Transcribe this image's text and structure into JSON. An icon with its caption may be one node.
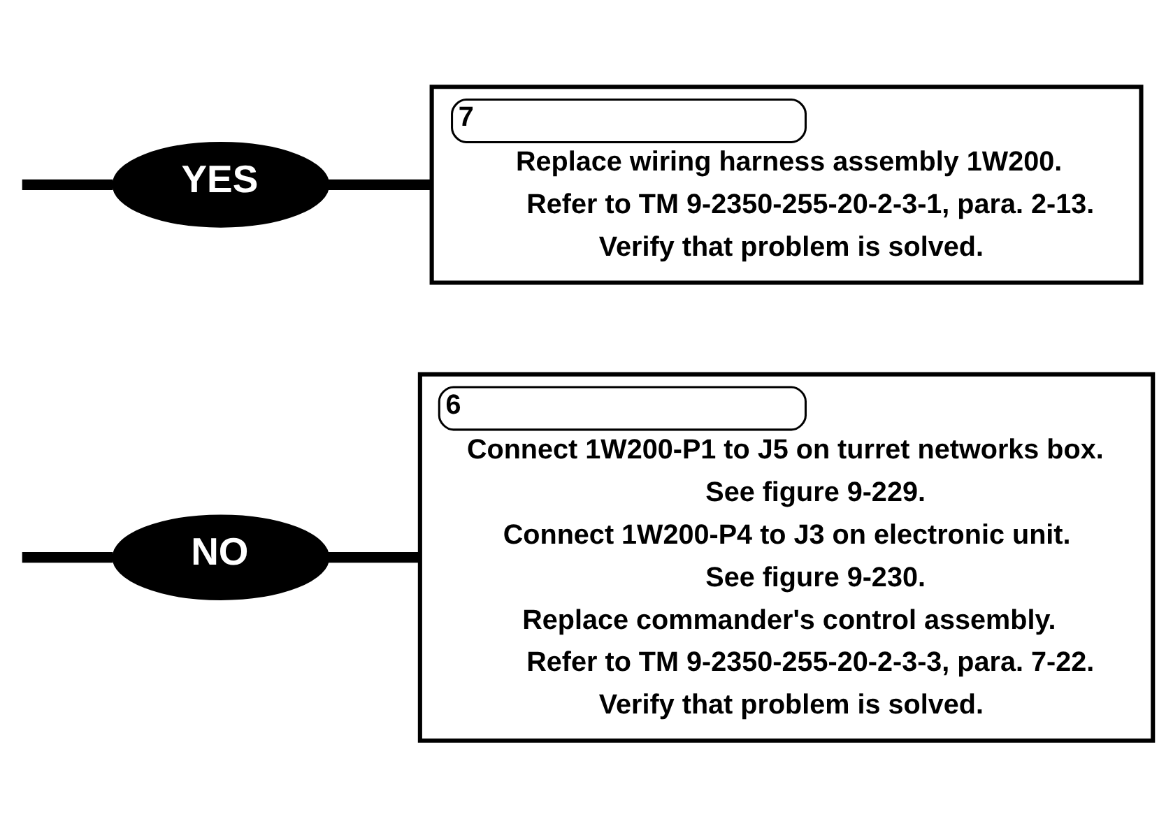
{
  "diagram": {
    "nodes": [
      {
        "text": [
          "NO"
        ]
      },
      {
        "text": [
          "6",
          "Connect 1W200-P1 to J5 on turret networks box.",
          "See figure 9-229.",
          "Connect 1W200-P4 to J3 on electronic unit.",
          "See figure 9-230.",
          "Replace commander's control assembly.",
          "Refer to TM 9-2350-255-20-2-3-3, para. 7-22.",
          "Verify that problem is solved."
        ]
      },
      {
        "text": [
          "YES"
        ]
      },
      {
        "text": [
          "7",
          "Replace wiring harness assembly 1W200.",
          "Refer to TM 9-2350-255-20-2-3-1, para. 2-13.",
          "Verify that problem is solved."
        ]
      }
    ],
    "edges": [
      {
        "from": null,
        "to": 0,
        "arrow": "none"
      },
      {
        "from": null,
        "to": 2,
        "arrow": "none"
      },
      {
        "from": 0,
        "to": 1,
        "arrow": "none"
      },
      {
        "from": 2,
        "to": 3,
        "arrow": "none"
      }
    ]
  }
}
